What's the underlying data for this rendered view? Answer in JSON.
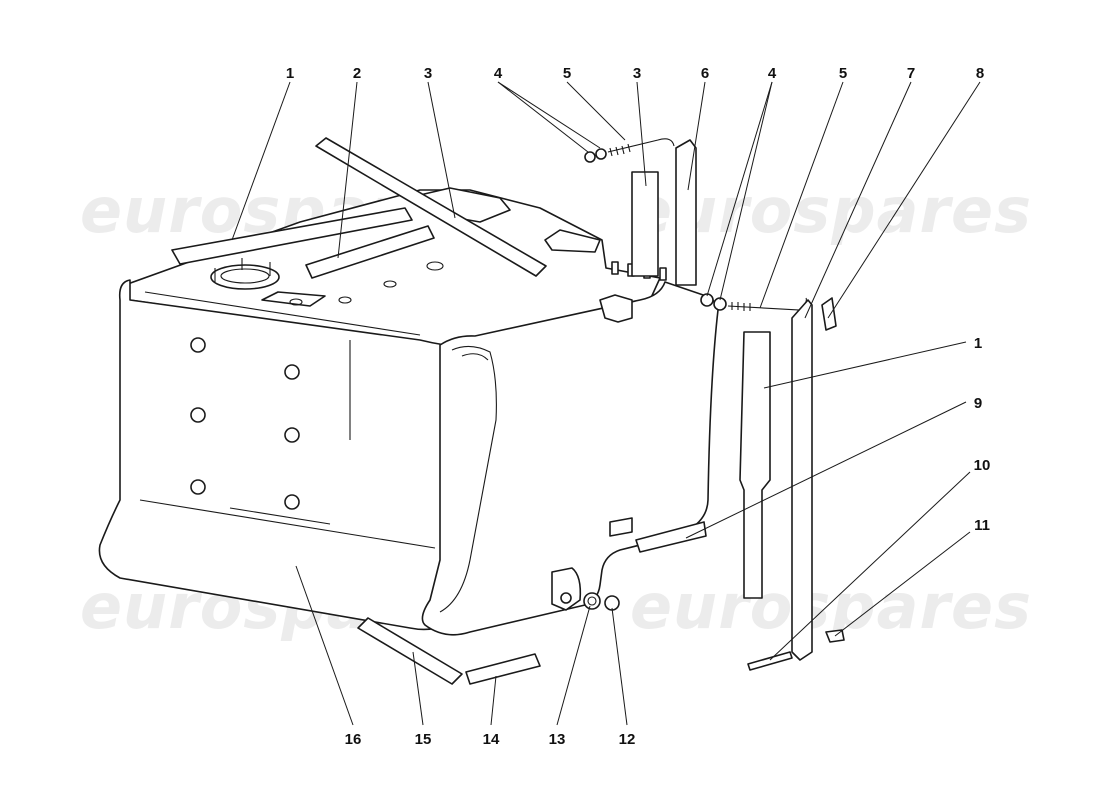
{
  "watermark": "eurospares",
  "callouts": {
    "top": [
      {
        "label": "1"
      },
      {
        "label": "2"
      },
      {
        "label": "3"
      },
      {
        "label": "4"
      },
      {
        "label": "5"
      },
      {
        "label": "3"
      },
      {
        "label": "6"
      },
      {
        "label": "4"
      },
      {
        "label": "5"
      },
      {
        "label": "7"
      },
      {
        "label": "8"
      }
    ],
    "right": [
      {
        "label": "1"
      },
      {
        "label": "9"
      },
      {
        "label": "10"
      },
      {
        "label": "11"
      }
    ],
    "bottom": [
      {
        "label": "16"
      },
      {
        "label": "15"
      },
      {
        "label": "14"
      },
      {
        "label": "13"
      },
      {
        "label": "12"
      }
    ]
  }
}
